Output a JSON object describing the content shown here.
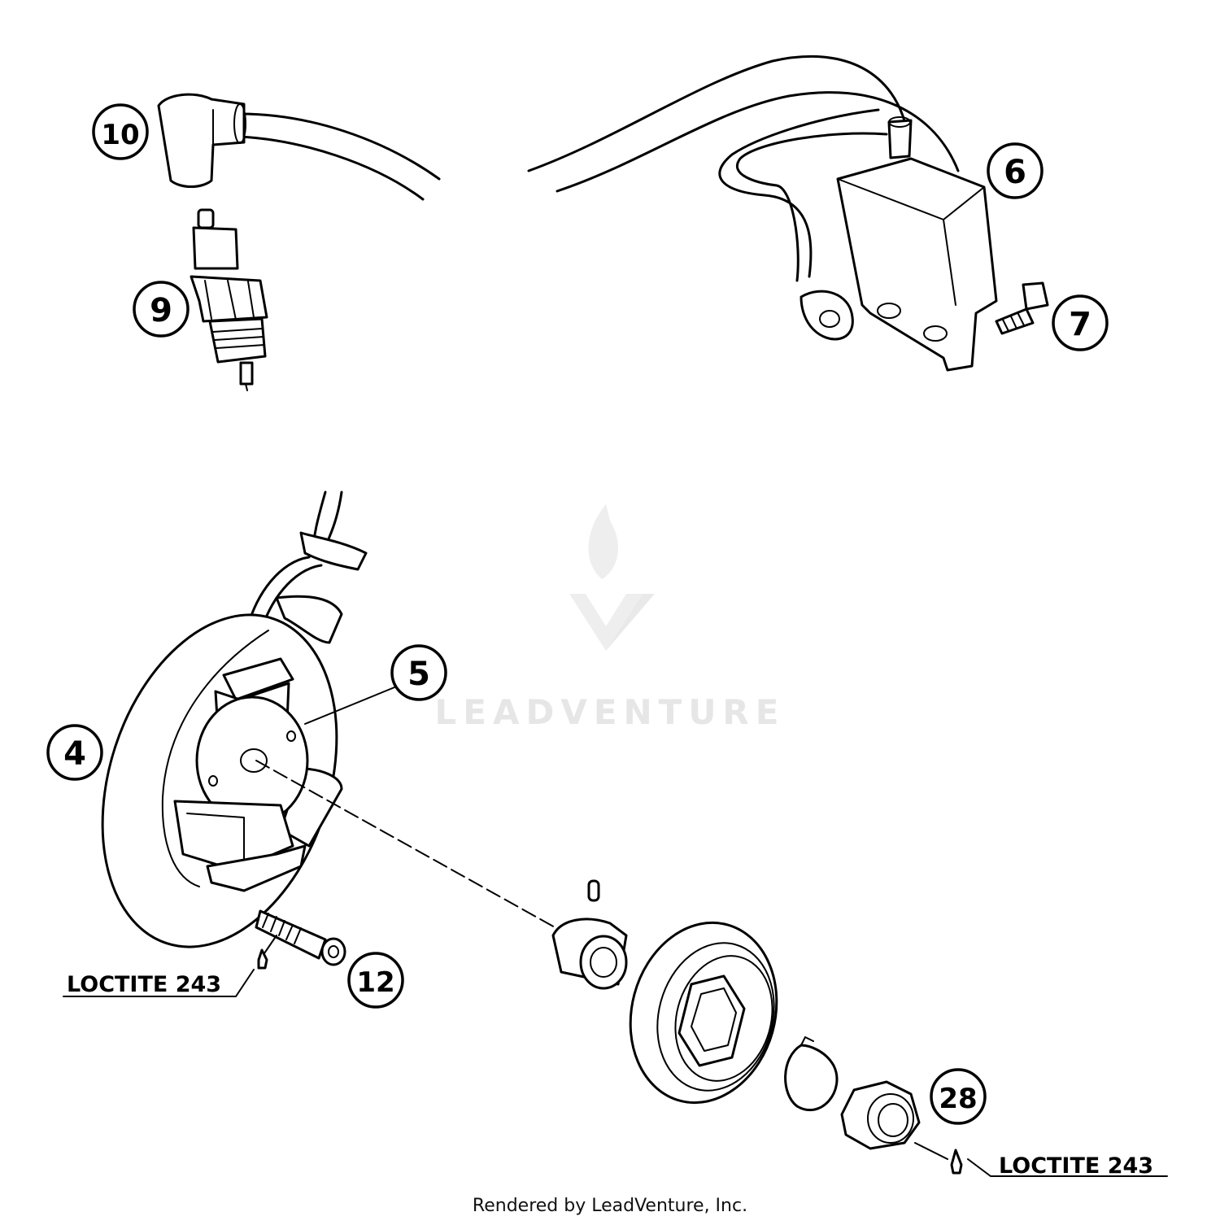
{
  "callouts": [
    "10",
    "9",
    "6",
    "7",
    "5",
    "4",
    "12",
    "28"
  ],
  "notes": [
    "LOCTITE 243",
    "LOCTITE 243"
  ],
  "watermark": "LEADVENTURE",
  "footer": "Rendered by LeadVenture, Inc."
}
